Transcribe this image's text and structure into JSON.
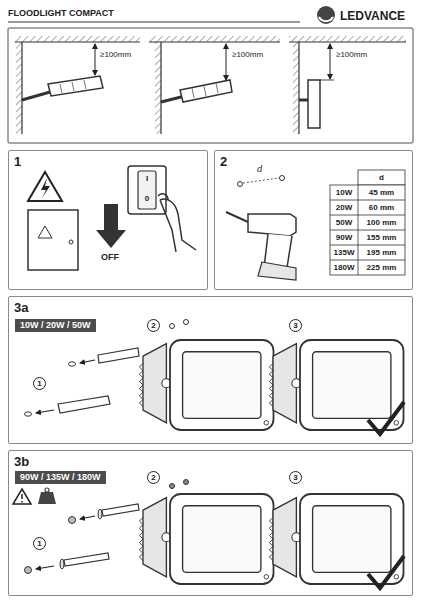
{
  "diagram": {
    "title": "FLOODLIGHT COMPACT",
    "nodes": [
      {
        "text": [
          "1"
        ]
      },
      {
        "text": [
          "2"
        ]
      },
      {
        "text": [
          "3a"
        ]
      },
      {
        "text": [
          "10W / 20W / 50W"
        ],
        "in": 2
      },
      {
        "text": [
          "1"
        ],
        "in": 2
      },
      {
        "text": [
          "2"
        ],
        "in": 2
      },
      {
        "text": [
          "3"
        ],
        "in": 2
      },
      {
        "text": [
          "3b"
        ]
      },
      {
        "text": [
          "90W / 135W / 180W"
        ],
        "in": 7
      },
      {
        "text": [
          "1"
        ],
        "in": 7
      },
      {
        "text": [
          "2"
        ],
        "in": 7
      },
      {
        "text": [
          "3"
        ],
        "in": 7
      }
    ],
    "labels": [
      "LEDVANCE",
      "≥100mm",
      "≥100mm",
      "≥100mm",
      "OFF",
      "I",
      "0",
      "d",
      "d",
      "10W",
      "45 mm",
      "20W",
      "60 mm",
      "50W",
      "100 mm",
      "90W",
      "155 mm",
      "135W",
      "195 mm",
      "180W",
      "225 mm"
    ]
  }
}
